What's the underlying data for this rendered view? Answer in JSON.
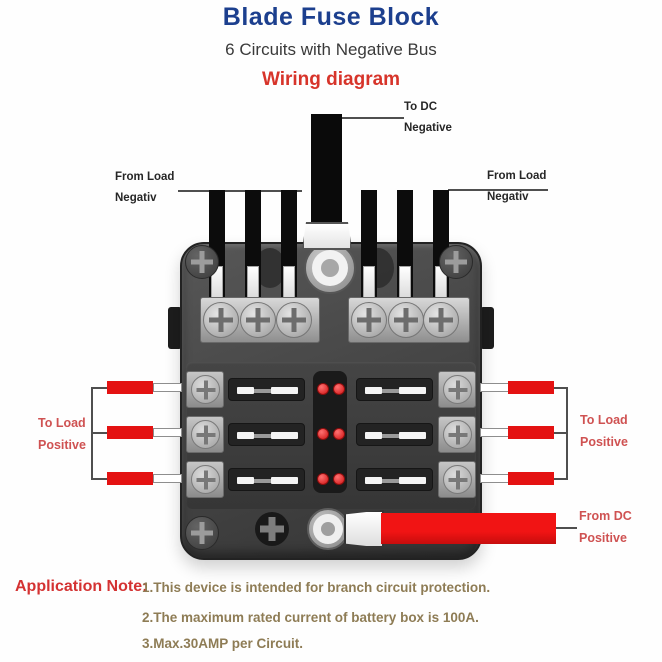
{
  "header": {
    "title": "Blade Fuse Block",
    "subtitle": "6 Circuits with Negative Bus",
    "diagram_heading": "Wiring diagram"
  },
  "wiring_labels": {
    "to_dc": {
      "line1": "To DC",
      "line2": "Negative"
    },
    "from_load_left": {
      "line1": "From Load",
      "line2": "Negativ"
    },
    "from_load_right": {
      "line1": "From Load",
      "line2": "Negativ"
    },
    "to_load_left": {
      "line1": "To Load",
      "line2": "Positive"
    },
    "to_load_right": {
      "line1": "To Load",
      "line2": "Positive"
    },
    "from_dc": {
      "line1": "From DC",
      "line2": "Positive"
    }
  },
  "application_note": {
    "heading": "Application Note:",
    "notes": [
      "1.This device is intended for branch circuit protection.",
      "2.The maximum rated current of battery box is 100A.",
      "3.Max.30AMP per Circuit."
    ]
  },
  "colors": {
    "title_navy": "#1c3f8e",
    "heading_red": "#d7342a",
    "label_red": "#cf5252",
    "note_text": "#8e7c55",
    "wire_red": "#e41212",
    "wire_black": "#0c0c0c"
  }
}
